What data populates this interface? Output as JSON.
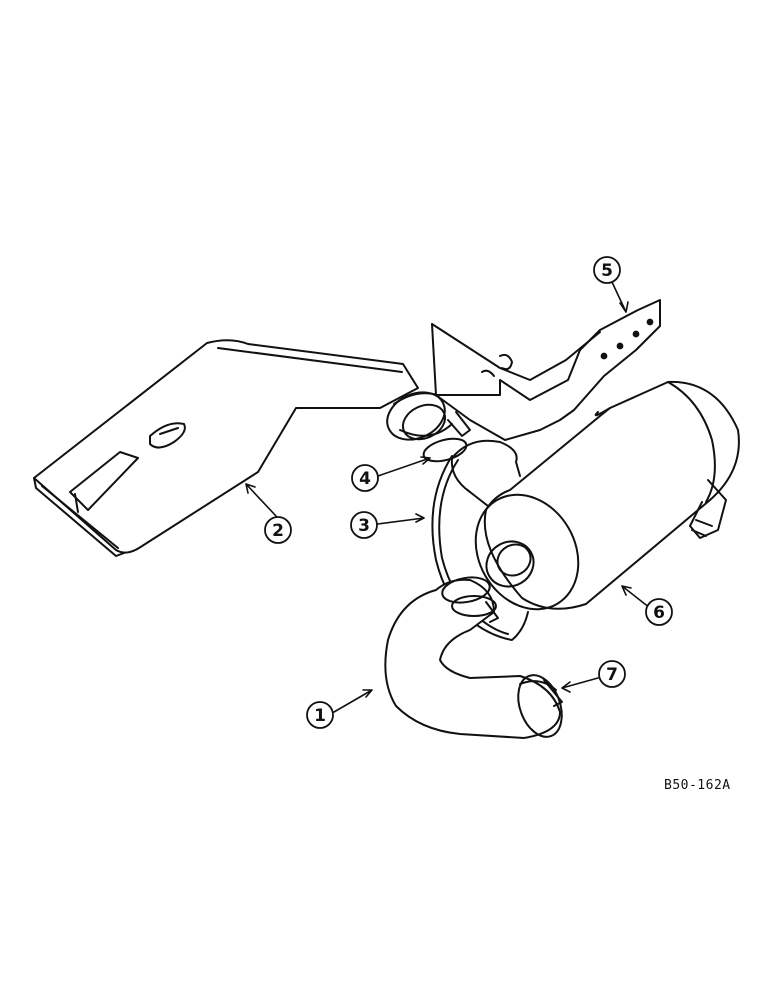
{
  "diagram": {
    "reference": "B50-162A",
    "callouts": [
      {
        "id": "1",
        "part": "lower-hose"
      },
      {
        "id": "2",
        "part": "air-intake-duct"
      },
      {
        "id": "3",
        "part": "evacuator-tube"
      },
      {
        "id": "4",
        "part": "hose-clamp"
      },
      {
        "id": "5",
        "part": "mounting-bracket"
      },
      {
        "id": "6",
        "part": "air-cleaner"
      },
      {
        "id": "7",
        "part": "outlet-clamp"
      }
    ]
  }
}
